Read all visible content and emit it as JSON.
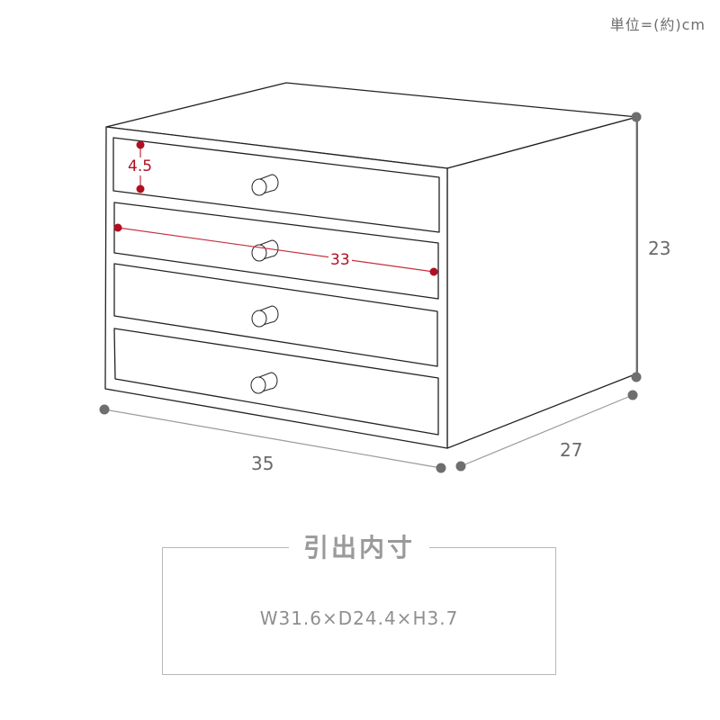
{
  "unit_label": "単位=(約)cm",
  "dimensions": {
    "width": "35",
    "depth": "27",
    "height": "23",
    "drawer_inner_width": "33",
    "drawer_height": "4.5"
  },
  "drawer_count": 4,
  "colors": {
    "outline": "#222222",
    "dimension_gray": "#6e6e6e",
    "accent_red": "#b00f22"
  },
  "drawer_inner": {
    "title": "引出内寸",
    "value": "W31.6×D24.4×H3.7"
  }
}
